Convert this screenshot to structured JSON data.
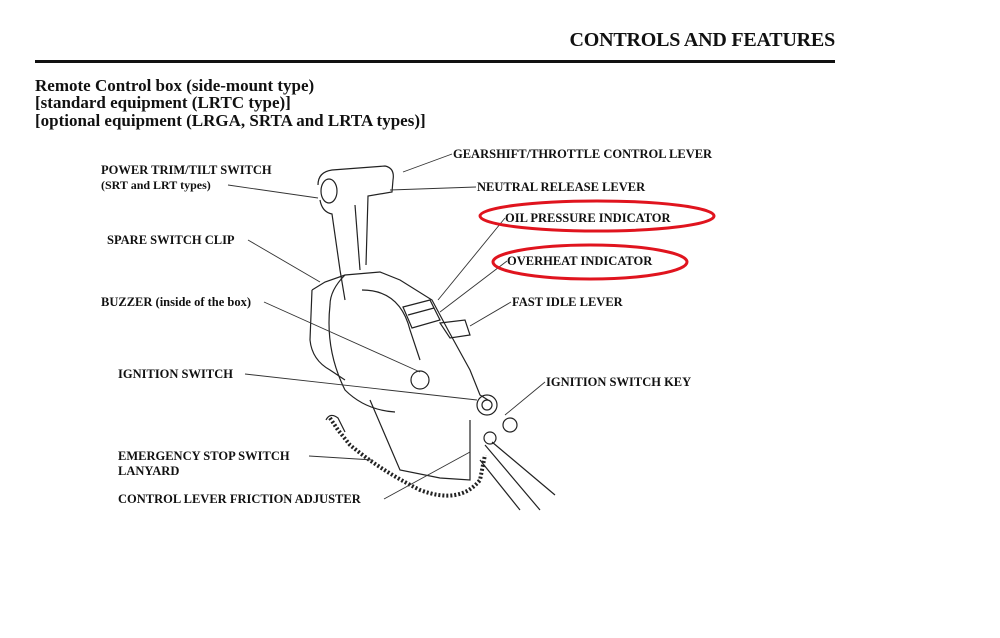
{
  "header": {
    "section_title": "CONTROLS AND FEATURES"
  },
  "subtitle": {
    "line1": "Remote Control box (side-mount type)",
    "line2": "[standard equipment (LRTC type)]",
    "line3": "[optional equipment (LRGA, SRTA and LRTA types)]"
  },
  "labels": {
    "gearshift": "GEARSHIFT/THROTTLE CONTROL LEVER",
    "power_trim": "POWER TRIM/TILT SWITCH",
    "power_trim_note": "(SRT and LRT types)",
    "neutral_release": "NEUTRAL RELEASE LEVER",
    "oil_pressure": "OIL PRESSURE INDICATOR",
    "spare_clip": "SPARE SWITCH CLIP",
    "overheat": "OVERHEAT INDICATOR",
    "buzzer": "BUZZER (inside of the box)",
    "fast_idle": "FAST IDLE LEVER",
    "ignition_switch": "IGNITION SWITCH",
    "ignition_key": "IGNITION SWITCH KEY",
    "emergency_stop": "EMERGENCY STOP SWITCH",
    "emergency_stop_2": "LANYARD",
    "friction_adjuster": "CONTROL LEVER FRICTION ADJUSTER"
  },
  "colors": {
    "highlight": "#e0141e",
    "ink": "#111111"
  }
}
